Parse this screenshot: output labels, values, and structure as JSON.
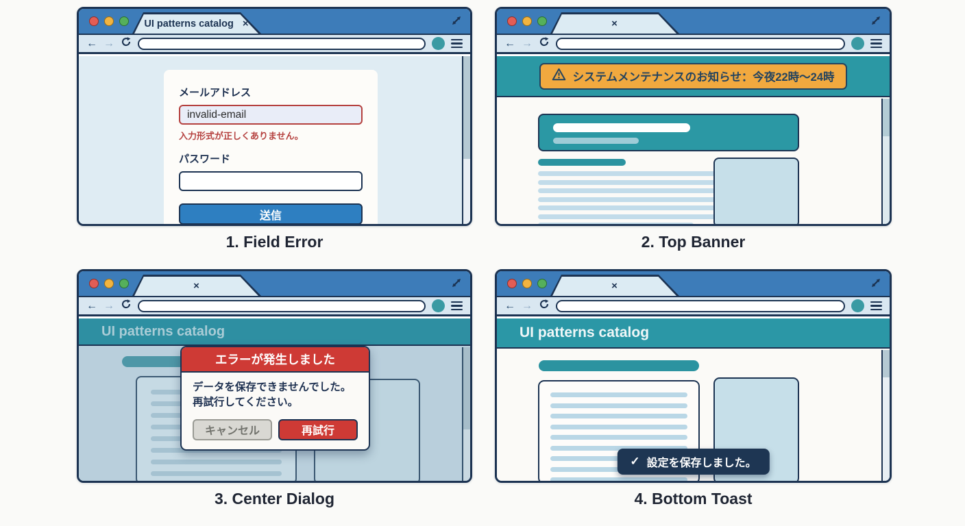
{
  "page": {
    "background": "#fafaf8",
    "captions": [
      "1. Field Error",
      "2. Top Banner",
      "3. Center Dialog",
      "4. Bottom Toast"
    ]
  },
  "browser": {
    "tab_title": "UI patterns catalog",
    "tab_close": "×",
    "back_arrow": "←",
    "forward_arrow": "→",
    "url_value": ""
  },
  "field_error": {
    "email_label": "メールアドレス",
    "email_value": "invalid-email",
    "email_error": "入力形式が正しくありません。",
    "password_label": "パスワード",
    "password_value": "",
    "submit_label": "送信"
  },
  "top_banner": {
    "banner_text": "システムメンテナンスのお知らせ：今夜22時～24時"
  },
  "center_dialog": {
    "site_title": "UI patterns catalog",
    "dialog_title": "エラーが発生しました",
    "message_line1": "データを保存できませんでした。",
    "message_line2": "再試行してください。",
    "cancel_label": "キャンセル",
    "retry_label": "再試行"
  },
  "bottom_toast": {
    "site_title": "UI patterns catalog",
    "check_icon": "✓",
    "toast_text": "設定を保存しました。"
  },
  "colors": {
    "window_border": "#1c3352",
    "titlebar_blue": "#3d7cb9",
    "teal": "#2b98a4",
    "banner_orange": "#f1a93f",
    "dialog_red": "#ce3a35",
    "field_error_red": "#b5413f",
    "submit_blue": "#2e7fc1",
    "toast_navy": "#1e3653"
  }
}
